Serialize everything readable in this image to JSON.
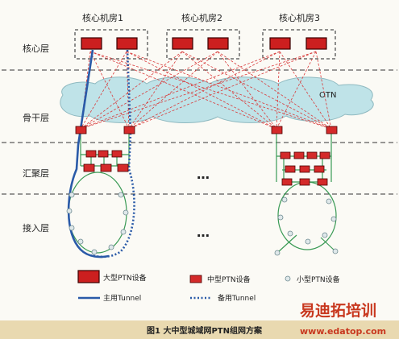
{
  "rooms": [
    "核心机房1",
    "核心机房2",
    "核心机房3"
  ],
  "layers": [
    "核心层",
    "骨干层",
    "汇聚层",
    "接入层"
  ],
  "otn_label": "OTN",
  "ellipsis": [
    "…",
    "…"
  ],
  "legend": {
    "large": "大型PTN设备",
    "medium": "中型PTN设备",
    "small": "小型PTN设备",
    "primary": "主用Tunnel",
    "backup": "备用Tunnel"
  },
  "caption": "图1 大中型城域网PTN组网方案",
  "watermark": {
    "cn": "易迪拓培训",
    "url": "www.edatop.com"
  },
  "colors": {
    "device_red": "#cc1f1f",
    "device_border": "#3a0000",
    "cloud": "#bfe3e8",
    "primary_tunnel": "#2a5aa8",
    "backup_tunnel": "#2a5aa8",
    "mesh_lines": "#d93a3a",
    "access_ring": "#3a9a55",
    "caption_bg": "#e9d9b0",
    "watermark": "#c8381f"
  }
}
